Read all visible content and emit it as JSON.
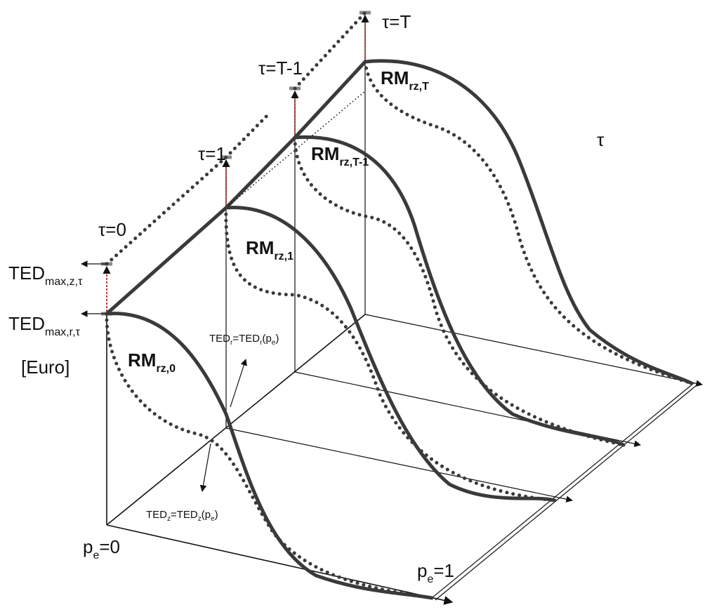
{
  "diagram": {
    "time_labels": {
      "t0": "τ=0",
      "t1": "τ=1",
      "tTm1": "τ=T-1",
      "tT": "τ=T",
      "tau_axis": "τ"
    },
    "yaxis": {
      "ted_max_z": {
        "main": "TED",
        "sub": "max,z,τ"
      },
      "ted_max_r": {
        "main": "TED",
        "sub": "max,r,τ"
      },
      "unit": "[Euro]"
    },
    "xaxis": {
      "pe0": {
        "main": "p",
        "sub": "e",
        "tail": "=0"
      },
      "pe1": {
        "main": "p",
        "sub": "e",
        "tail": "=1"
      }
    },
    "curves": {
      "rm0": {
        "main": "RM",
        "sub": "rz,0"
      },
      "rm1": {
        "main": "RM",
        "sub": "rz,1"
      },
      "rmTm1": {
        "main": "RM",
        "sub": "rz,T-1"
      },
      "rmT": {
        "main": "RM",
        "sub": "rz,T"
      }
    },
    "annotations": {
      "ted_r": {
        "a": "TED",
        "as": "r",
        "b": "=TED",
        "bs": "r",
        "c": "(p",
        "cs": "e",
        "d": ")"
      },
      "ted_z": {
        "a": "TED",
        "as": "z",
        "b": "=TED",
        "bs": "z",
        "c": "(p",
        "cs": "e",
        "d": ")"
      }
    }
  }
}
